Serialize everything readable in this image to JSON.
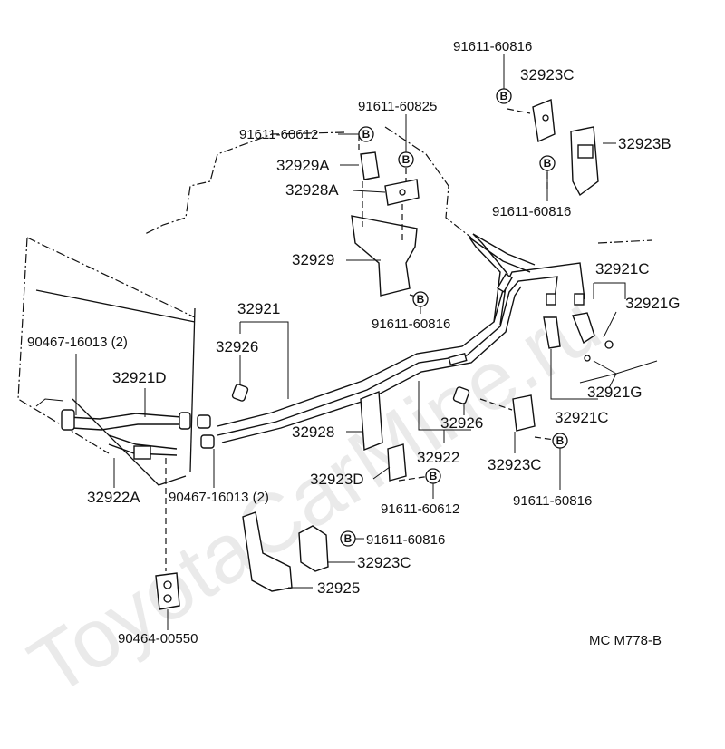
{
  "watermark": "ToyotaCarMine.ru",
  "diagram_code": "MC M778-B",
  "bolt_marker": "B",
  "labels": {
    "p_91611_60816_top": "91611-60816",
    "p_32923C_top": "32923C",
    "p_32923B": "32923B",
    "p_91611_60816_right": "91611-60816",
    "p_91611_60825": "91611-60825",
    "p_91611_60612_top": "91611-60612",
    "p_32929A": "32929A",
    "p_32928A": "32928A",
    "p_32929": "32929",
    "p_91611_60816_mid": "91611-60816",
    "p_32921": "32921",
    "p_32926_left": "32926",
    "p_32921C_top": "32921C",
    "p_32921G_top": "32921G",
    "p_90467_left": "90467-16013 (2)",
    "p_32921D": "32921D",
    "p_32921G_bottom": "32921G",
    "p_32921C_bottom": "32921C",
    "p_32928": "32928",
    "p_32926_mid": "32926",
    "p_32922": "32922",
    "p_32923C_mid": "32923C",
    "p_32923D": "32923D",
    "p_91611_60816_lowright": "91611-60816",
    "p_32922A": "32922A",
    "p_90467_bottom": "90467-16013 (2)",
    "p_91611_60612_bottom": "91611-60612",
    "p_91611_60816_bottom": "91611-60816",
    "p_32923C_bottom": "32923C",
    "p_32925": "32925",
    "p_90464_00550": "90464-00550"
  }
}
